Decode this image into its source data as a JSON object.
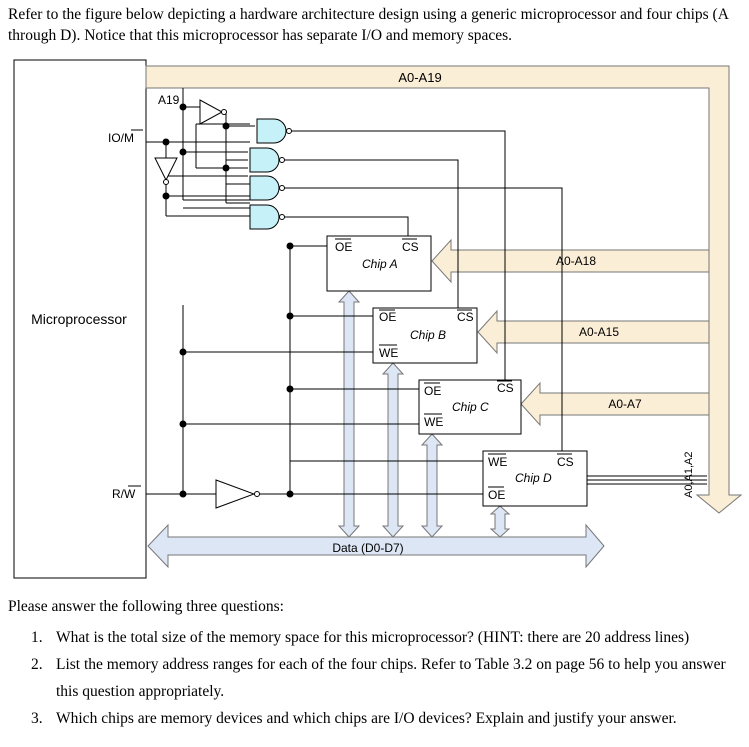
{
  "intro": "Refer to the figure below depicting a hardware architecture design using a generic microprocessor and four chips (A through D). Notice that this microprocessor has separate I/O and memory spaces.",
  "diagram": {
    "bus_top": "A0-A19",
    "a19": "A19",
    "io_m": "IO/",
    "io_m_bar": "M",
    "rw": "R/",
    "rw_bar": "W",
    "microprocessor": "Microprocessor",
    "oe": "OE",
    "we": "WE",
    "cs": "CS",
    "chip_a": "Chip A",
    "chip_b": "Chip B",
    "chip_c": "Chip C",
    "chip_d": "Chip D",
    "addr_a": "A0-A18",
    "addr_b": "A0-A15",
    "addr_c": "A0-A7",
    "addr_d": "A0,A1,A2",
    "data_bus": "Data (D0-D7)"
  },
  "questions": {
    "lead": "Please answer the following three questions:",
    "items": [
      {
        "num": "1.",
        "text": "What is the total size of the memory space for this microprocessor? (HINT: there are 20 address lines)"
      },
      {
        "num": "2.",
        "text": "List the memory address ranges for each of the four chips. Refer to Table 3.2 on page 56 to help you answer this question appropriately."
      },
      {
        "num": "3.",
        "text": "Which chips are memory devices and which chips are I/O devices? Explain and justify your answer."
      }
    ]
  },
  "colors": {
    "address_bus": "#fbeed7",
    "data_bus": "#dce6f5",
    "gate": "#c7f1f8"
  }
}
